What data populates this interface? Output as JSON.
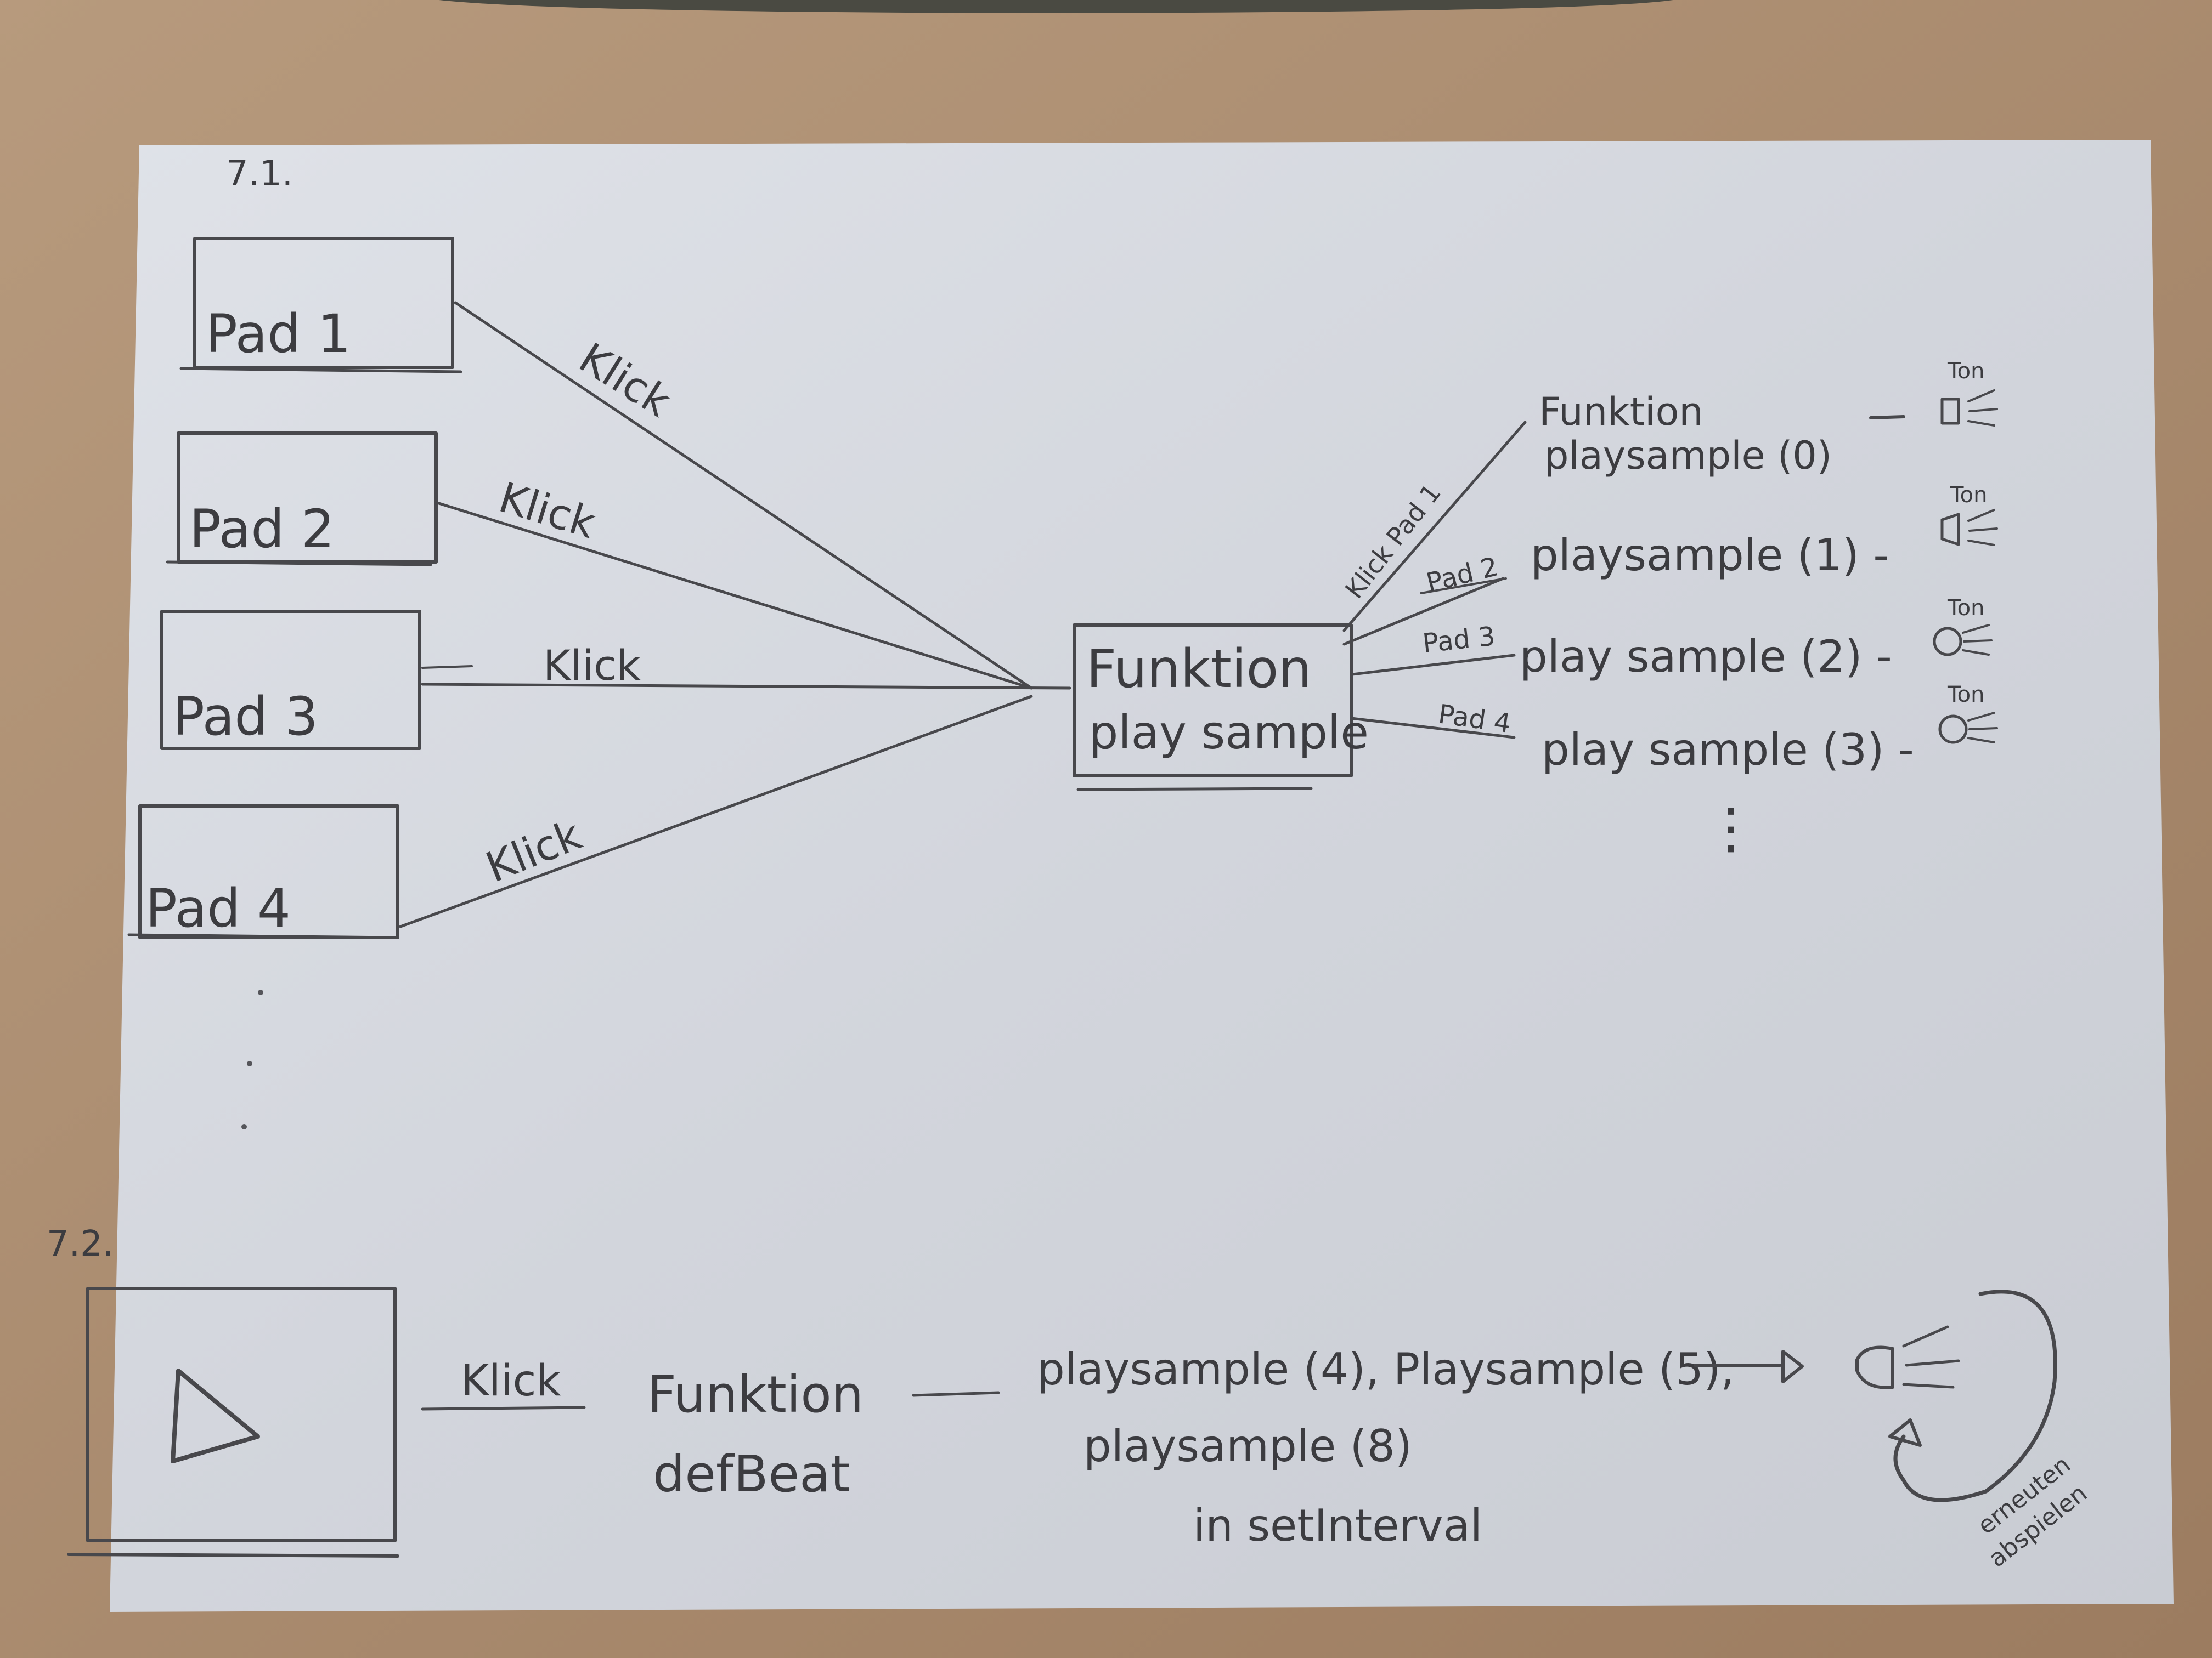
{
  "section_1": {
    "heading": "7.1.",
    "pads": [
      {
        "label": "Pad 1",
        "edge_label": "Klick"
      },
      {
        "label": "Pad 2",
        "edge_label": "Klick"
      },
      {
        "label": "Pad 3",
        "edge_label": "Klick"
      },
      {
        "label": "Pad 4",
        "edge_label": "Klick"
      }
    ],
    "center_box": {
      "line1": "Funktion",
      "line2": "play sample"
    },
    "outputs": [
      {
        "edge_label": "Klick Pad 1",
        "call_line1": "Funktion",
        "call_line2": "playsample (0)",
        "sound_label": "Ton"
      },
      {
        "edge_label": "Pad 2",
        "call": "playsample (1) -",
        "sound_label": "Ton"
      },
      {
        "edge_label": "Pad 3",
        "call": "play sample (2) -",
        "sound_label": "Ton"
      },
      {
        "edge_label": "Pad 4",
        "call": "play sample (3) -",
        "sound_label": "Ton"
      }
    ],
    "continuation": "⋮"
  },
  "section_2": {
    "heading": "7.2.",
    "edge_label": "Klick",
    "function_line1": "Funktion",
    "function_line2": "defBeat",
    "calls_line1": "playsample (4), Playsample (5),",
    "calls_line2": "playsample (8)",
    "calls_line3": "in setInterval",
    "loop_label_line1": "erneuten",
    "loop_label_line2": "abspielen"
  },
  "colors": {
    "paper": "#d3d6dd",
    "ink": "#3c3c40",
    "table": "#a98a6d"
  }
}
